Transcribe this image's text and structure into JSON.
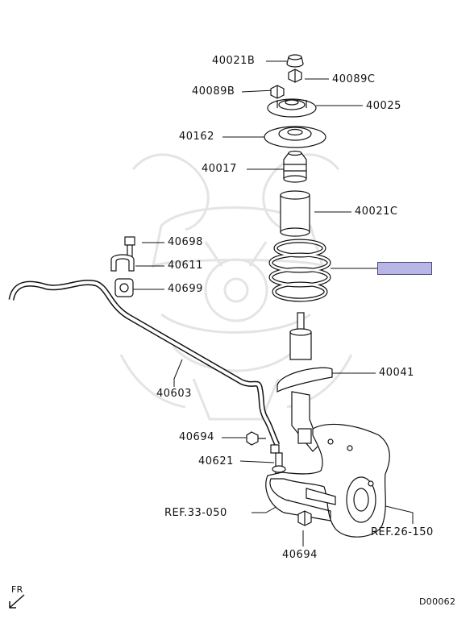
{
  "parts": {
    "p40021b": "40021B",
    "p40089c": "40089C",
    "p40089b": "40089B",
    "p40025": "40025",
    "p40162": "40162",
    "p40017": "40017",
    "p40021c": "40021C",
    "p40698": "40698",
    "p40611": "40611",
    "p40699": "40699",
    "p40041": "40041",
    "p40603": "40603",
    "p40694a": "40694",
    "p40621": "40621",
    "ref33": "REF.33-050",
    "ref26": "REF.26-150",
    "p40694b": "40694"
  },
  "direction_label": "FR",
  "diagram_code": "D00062",
  "highlight_color": "#b9b6e6",
  "watermark_color": "#e6e6e6",
  "line_color": "#111111"
}
